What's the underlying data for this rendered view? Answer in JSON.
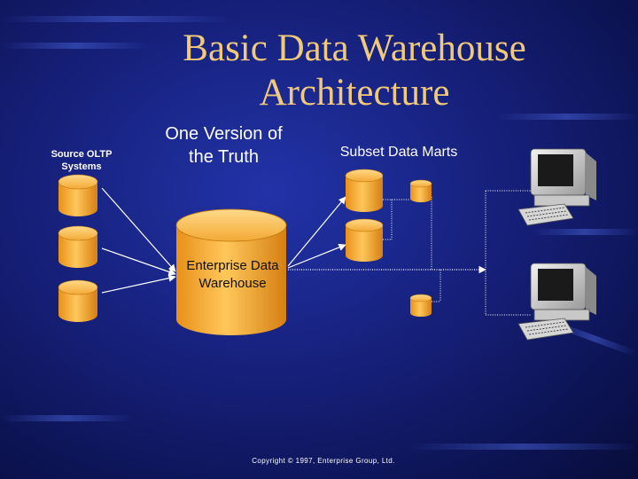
{
  "slide": {
    "title": "Basic Data Warehouse Architecture",
    "copyright": "Copyright © 1997, Enterprise Group, Ltd."
  },
  "diagram": {
    "source_label": "Source OLTP Systems",
    "warehouse_heading": "One Version of the Truth",
    "marts_heading": "Subset Data Marts",
    "warehouse_label": "Enterprise Data Warehouse",
    "source_systems": [
      "source-oltp-1",
      "source-oltp-2",
      "source-oltp-3"
    ],
    "data_marts": [
      "data-mart-1",
      "data-mart-2",
      "data-mart-3",
      "data-mart-4"
    ],
    "workstations": [
      "workstation-1",
      "workstation-2"
    ]
  },
  "colors": {
    "background": "#16207a",
    "title": "#f1c97a",
    "cylinder": "#f4a726",
    "text": "#ffffff"
  }
}
